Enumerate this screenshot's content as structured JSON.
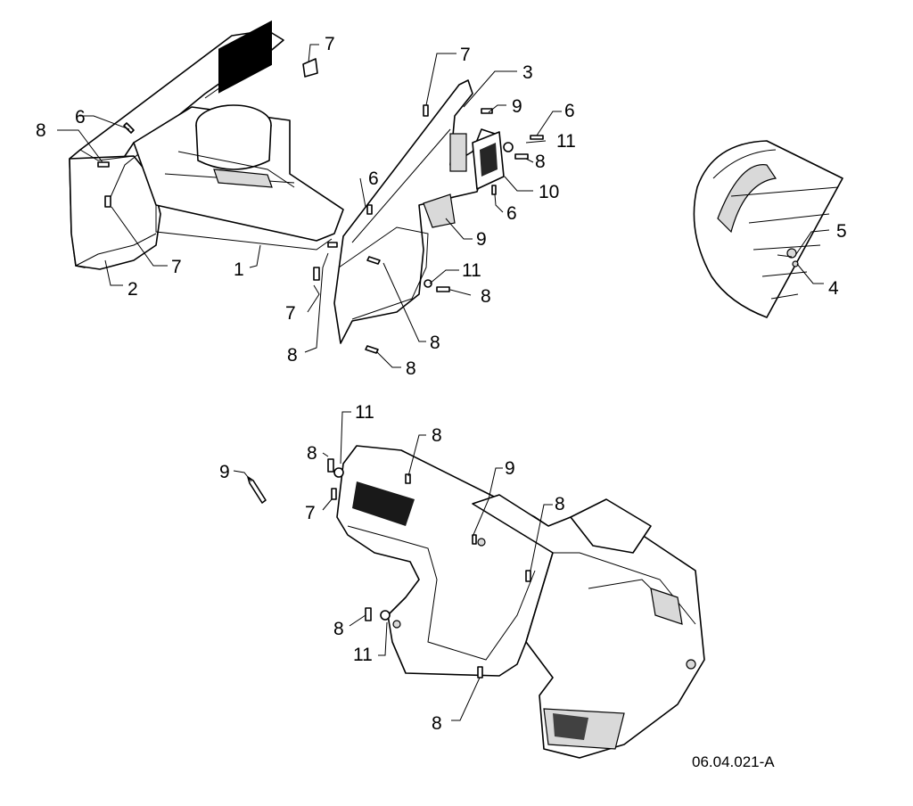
{
  "callouts": {
    "c1": "1",
    "c2": "2",
    "c3": "3",
    "c4": "4",
    "c5": "5",
    "c6a": "6",
    "c6b": "6",
    "c6c": "6",
    "c6d": "6",
    "c7a": "7",
    "c7b": "7",
    "c7c": "7",
    "c7d": "7",
    "c7e": "7",
    "c8a": "8",
    "c8b": "8",
    "c8c": "8",
    "c8d": "8",
    "c8e": "8",
    "c8f": "8",
    "c8g": "8",
    "c8h": "8",
    "c8i": "8",
    "c8j": "8",
    "c9a": "9",
    "c9b": "9",
    "c9c": "9",
    "c9d": "9",
    "c10": "10",
    "c11a": "11",
    "c11b": "11",
    "c11c": "11",
    "c11d": "11"
  },
  "reference_code": "06.04.021-A"
}
